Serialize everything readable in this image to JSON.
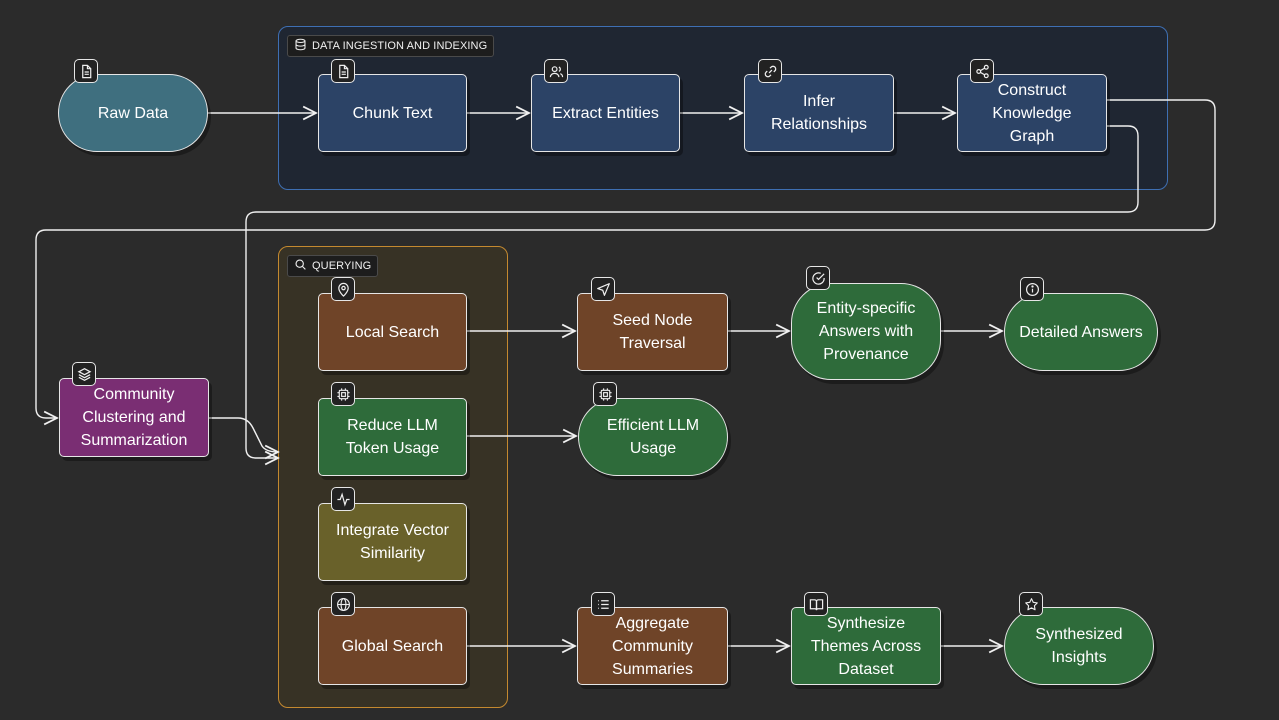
{
  "colors": {
    "background": "#2b2b2b",
    "edge": "#f0f0f0",
    "ingest_border": "#3e6fb3",
    "query_border": "#c4892f",
    "teal": "#3f6f7f",
    "navy": "#2c4366",
    "purple": "#7a2e73",
    "brown": "#6f4428",
    "green": "#2e6b3a",
    "olive": "#69612a"
  },
  "groups": {
    "ingest": {
      "label": "DATA INGESTION AND INDEXING",
      "icon": "database-icon"
    },
    "query": {
      "label": "QUERYING",
      "icon": "search-icon"
    }
  },
  "nodes": {
    "raw_data": {
      "label": "Raw Data",
      "icon": "file-icon"
    },
    "chunk_text": {
      "label": "Chunk Text",
      "icon": "file-icon"
    },
    "extract_entities": {
      "label": "Extract Entities",
      "icon": "users-icon"
    },
    "infer_relationships": {
      "label": "Infer\nRelationships",
      "icon": "link-icon"
    },
    "construct_kg": {
      "label": "Construct\nKnowledge\nGraph",
      "icon": "share-icon"
    },
    "community": {
      "label": "Community\nClustering and\nSummarization",
      "icon": "layers-icon"
    },
    "local_search": {
      "label": "Local Search",
      "icon": "map-pin-icon"
    },
    "reduce_llm": {
      "label": "Reduce LLM\nToken Usage",
      "icon": "cpu-icon"
    },
    "vector": {
      "label": "Integrate Vector\nSimilarity",
      "icon": "activity-icon"
    },
    "global_search": {
      "label": "Global Search",
      "icon": "globe-icon"
    },
    "seed_node": {
      "label": "Seed Node\nTraversal",
      "icon": "navigation-icon"
    },
    "efficient_llm": {
      "label": "Efficient LLM\nUsage",
      "icon": "cpu-icon"
    },
    "aggregate": {
      "label": "Aggregate\nCommunity\nSummaries",
      "icon": "list-icon"
    },
    "entity_answers": {
      "label": "Entity-specific\nAnswers with\nProvenance",
      "icon": "check-circle-icon"
    },
    "synthesize_themes": {
      "label": "Synthesize\nThemes Across\nDataset",
      "icon": "book-icon"
    },
    "detailed_answers": {
      "label": "Detailed Answers",
      "icon": "info-icon"
    },
    "synthesized_insights": {
      "label": "Synthesized\nInsights",
      "icon": "star-icon"
    }
  },
  "edges": [
    {
      "from": "raw_data",
      "to": "chunk_text"
    },
    {
      "from": "chunk_text",
      "to": "extract_entities"
    },
    {
      "from": "extract_entities",
      "to": "infer_relationships"
    },
    {
      "from": "infer_relationships",
      "to": "construct_kg"
    },
    {
      "from": "construct_kg",
      "to": "community"
    },
    {
      "from": "construct_kg",
      "to": "query_group"
    },
    {
      "from": "community",
      "to": "query_group"
    },
    {
      "from": "local_search",
      "to": "seed_node"
    },
    {
      "from": "seed_node",
      "to": "entity_answers"
    },
    {
      "from": "entity_answers",
      "to": "detailed_answers"
    },
    {
      "from": "reduce_llm",
      "to": "efficient_llm"
    },
    {
      "from": "global_search",
      "to": "aggregate"
    },
    {
      "from": "aggregate",
      "to": "synthesize_themes"
    },
    {
      "from": "synthesize_themes",
      "to": "synthesized_insights"
    }
  ]
}
